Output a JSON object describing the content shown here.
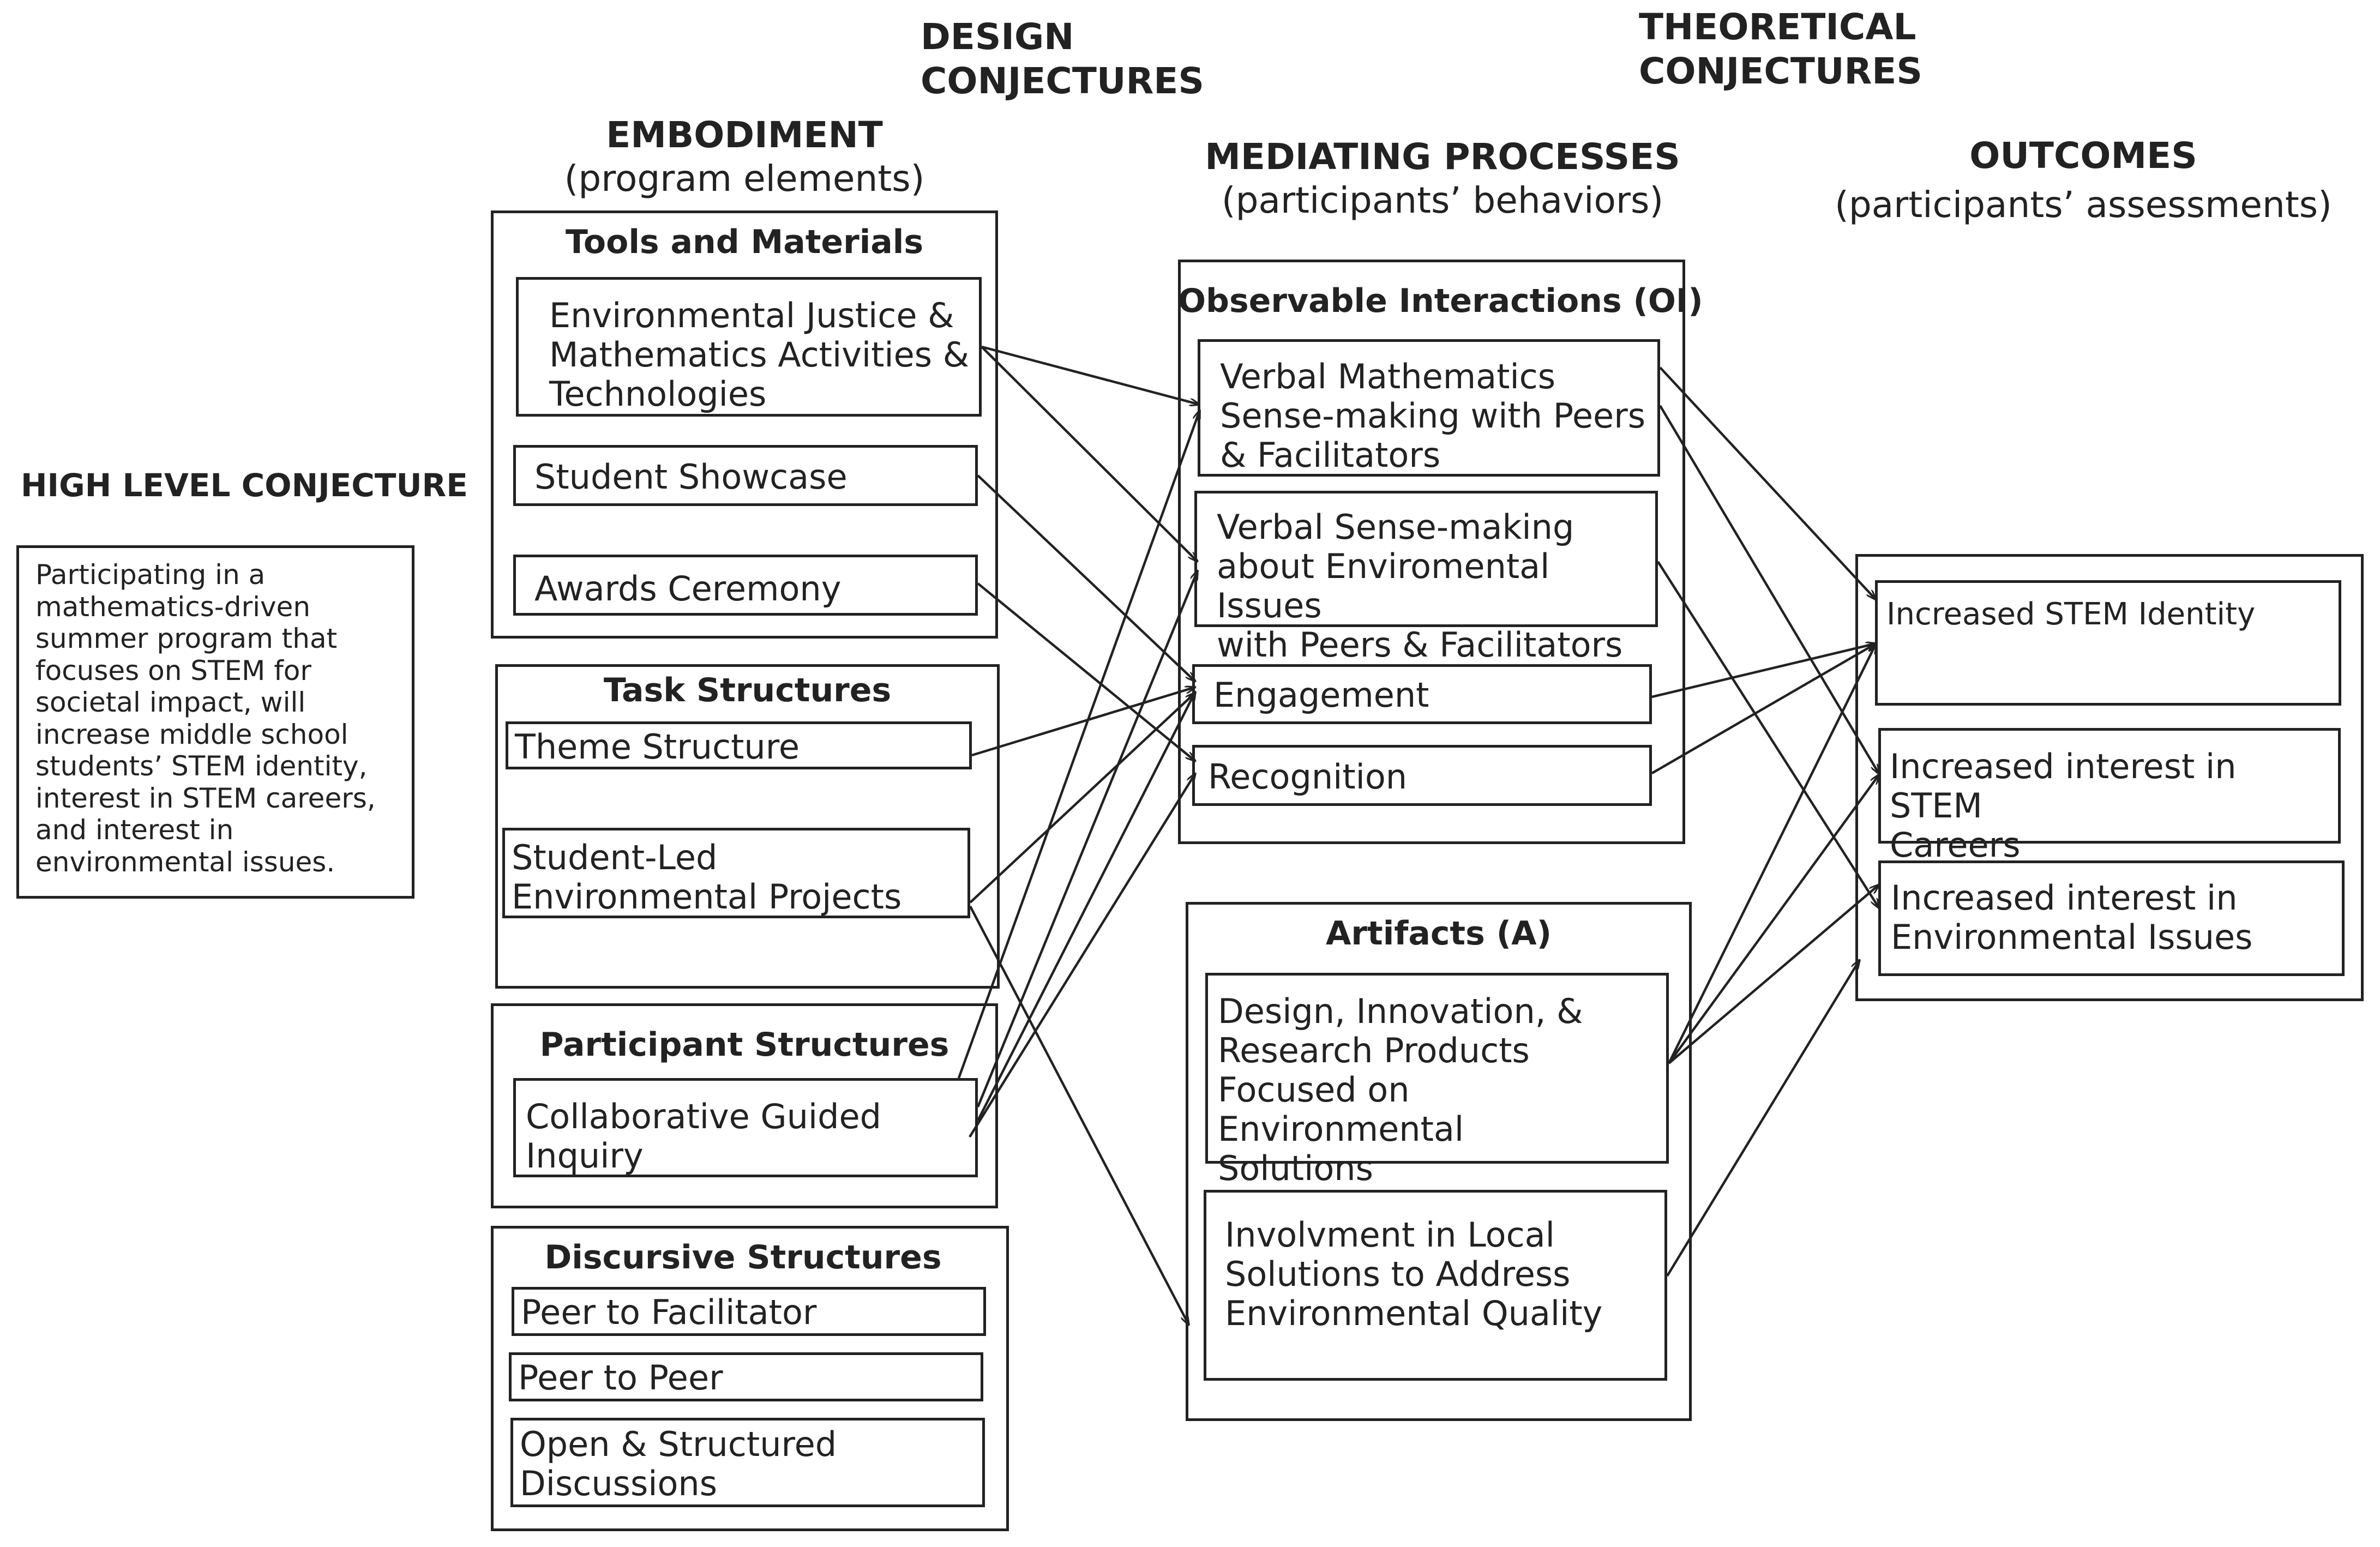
{
  "headers": {
    "design_conjectures": "DESIGN\nCONJECTURES",
    "theoretical_conjectures": "THEORETICAL\nCONJECTURES",
    "embodiment": "EMBODIMENT",
    "embodiment_sub": "(program elements)",
    "mediating": "MEDIATING PROCESSES",
    "mediating_sub": "(participants’ behaviors)",
    "outcomes": "OUTCOMES",
    "outcomes_sub": "(participants’ assessments)",
    "high_level": "HIGH LEVEL CONJECTURE"
  },
  "high_level_text": "Participating in a\nmathematics-driven\nsummer program that\nfocuses on STEM for\nsocietal impact, will\nincrease middle school\nstudents’ STEM identity,\ninterest in STEM careers,\nand interest in\nenvironmental issues.",
  "groups": {
    "tools": {
      "title": "Tools and Materials",
      "items": [
        "Environmental Justice &\nMathematics Activities &\nTechnologies",
        "Student Showcase",
        "Awards Ceremony"
      ]
    },
    "tasks": {
      "title": "Task Structures",
      "items": [
        "Theme Structure",
        "Student-Led\nEnvironmental Projects"
      ]
    },
    "participant": {
      "title": "Participant Structures",
      "items": [
        "Collaborative Guided\nInquiry"
      ]
    },
    "discursive": {
      "title": "Discursive Structures",
      "items": [
        "Peer to Facilitator",
        "Peer to Peer",
        "Open & Structured\nDiscussions"
      ]
    },
    "oi": {
      "title": "Observable Interactions (OI)",
      "items": [
        "Verbal Mathematics\nSense-making with Peers\n& Facilitators",
        "Verbal Sense-making\nabout Enviromental Issues\nwith Peers & Facilitators",
        "Engagement",
        "Recognition"
      ]
    },
    "artifacts": {
      "title": "Artifacts (A)",
      "items": [
        "Design, Innovation, &\nResearch Products\nFocused on Environmental\nSolutions",
        "Involvment in Local\nSolutions to Address\nEnvironmental Quality"
      ]
    },
    "outcomes": {
      "items": [
        "Increased STEM Identity",
        "Increased interest in STEM\nCareers",
        "Increased interest in\nEnvironmental Issues"
      ]
    }
  },
  "colors": {
    "ink": "#222222",
    "background": "#ffffff"
  }
}
